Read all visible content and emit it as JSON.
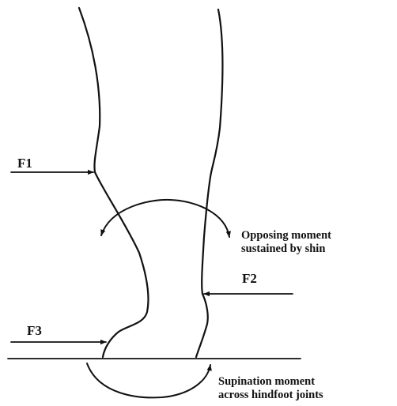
{
  "figure": {
    "colors": {
      "ink": "#111111",
      "background": "#ffffff"
    },
    "forces": {
      "f1": "F1",
      "f2": "F2",
      "f3": "F3"
    },
    "moments": {
      "shin": {
        "line1": "Opposing moment",
        "line2": "sustained by shin"
      },
      "hindfoot": {
        "line1": "Supination moment",
        "line2": "across hindfoot joints"
      }
    }
  }
}
